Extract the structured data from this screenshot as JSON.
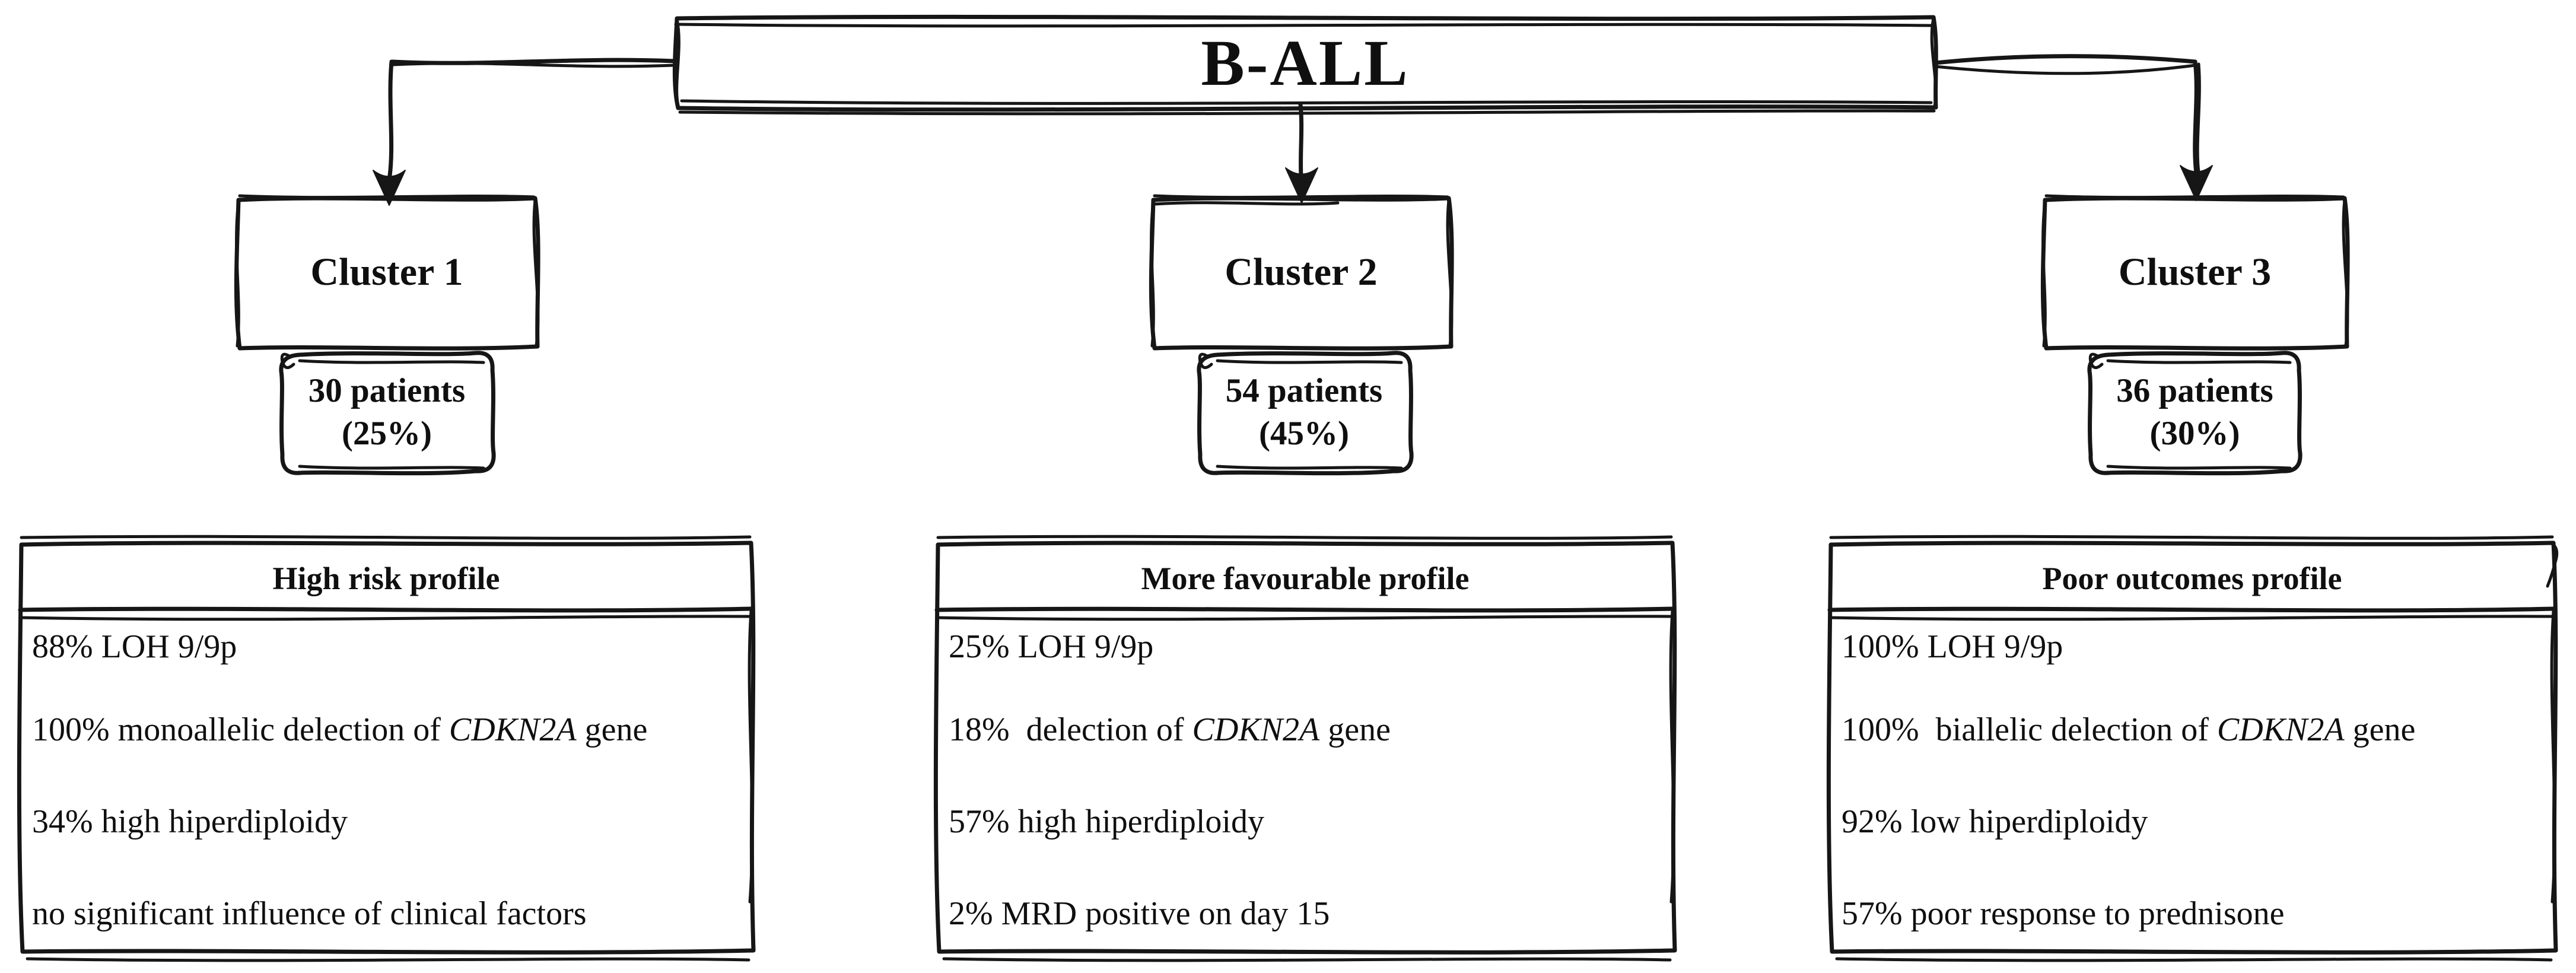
{
  "figure": {
    "root": {
      "label": "B-ALL"
    },
    "clusters": [
      {
        "name": "Cluster 1",
        "patients": {
          "line1": "30 patients",
          "line2": "(25%)"
        },
        "profile": {
          "header": "High risk profile",
          "rows": [
            {
              "pre": "88% LOH 9/9p",
              "italic": "",
              "post": ""
            },
            {
              "pre": "100% monoallelic delection of ",
              "italic": "CDKN2A",
              "post": " gene"
            },
            {
              "pre": "34% high hiperdiploidy",
              "italic": "",
              "post": ""
            },
            {
              "pre": "no significant influence of clinical factors",
              "italic": "",
              "post": ""
            }
          ]
        }
      },
      {
        "name": "Cluster 2",
        "patients": {
          "line1": "54 patients",
          "line2": "(45%)"
        },
        "profile": {
          "header": "More favourable profile",
          "rows": [
            {
              "pre": "25% LOH 9/9p",
              "italic": "",
              "post": ""
            },
            {
              "pre": "18%  delection of ",
              "italic": "CDKN2A",
              "post": " gene"
            },
            {
              "pre": "57% high hiperdiploidy",
              "italic": "",
              "post": ""
            },
            {
              "pre": "2% MRD positive on day 15",
              "italic": "",
              "post": ""
            }
          ]
        }
      },
      {
        "name": "Cluster 3",
        "patients": {
          "line1": "36 patients",
          "line2": "(30%)"
        },
        "profile": {
          "header": "Poor outcomes profile",
          "rows": [
            {
              "pre": "100% LOH 9/9p",
              "italic": "",
              "post": ""
            },
            {
              "pre": "100%  biallelic delection of ",
              "italic": "CDKN2A",
              "post": " gene"
            },
            {
              "pre": "92% low hiperdiploidy",
              "italic": "",
              "post": ""
            },
            {
              "pre": "57% poor response to prednisone",
              "italic": "",
              "post": ""
            }
          ]
        }
      }
    ],
    "colors": {
      "ink": "#161616",
      "background": "#ffffff"
    }
  }
}
